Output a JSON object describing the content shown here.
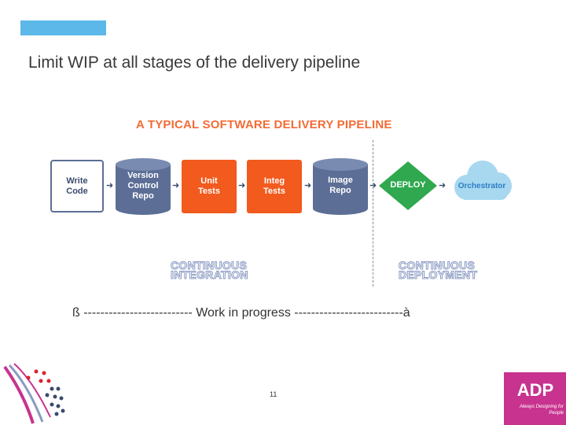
{
  "slide": {
    "title": "Limit WIP at all stages of the delivery pipeline",
    "page_number": "11"
  },
  "diagram": {
    "title": "A TYPICAL SOFTWARE DELIVERY PIPELINE",
    "stages": {
      "write_code": "Write Code",
      "version_control": "Version Control Repo",
      "unit_tests": "Unit Tests",
      "integ_tests": "Integ Tests",
      "image_repo": "Image Repo",
      "deploy": "DEPLOY",
      "orchestrator": "Orchestrator"
    },
    "sections": {
      "ci_line1": "CONTINUOUS",
      "ci_line2": "INTEGRATION",
      "cd_line1": "CONTINUOUS",
      "cd_line2": "DEPLOYMENT"
    },
    "arrow_glyph": "➜"
  },
  "wip": {
    "text": "ß -------------------------- Work in progress --------------------------à"
  },
  "logos": {
    "adp_text": "ADP",
    "adp_tagline": "Always Designing for People"
  },
  "colors": {
    "accent": "#5bb8e8",
    "orange": "#f25a1e",
    "navy": "#5c6e96",
    "green": "#2fa84f",
    "cloud": "#a8d8f0",
    "brand": "#c8338f"
  }
}
